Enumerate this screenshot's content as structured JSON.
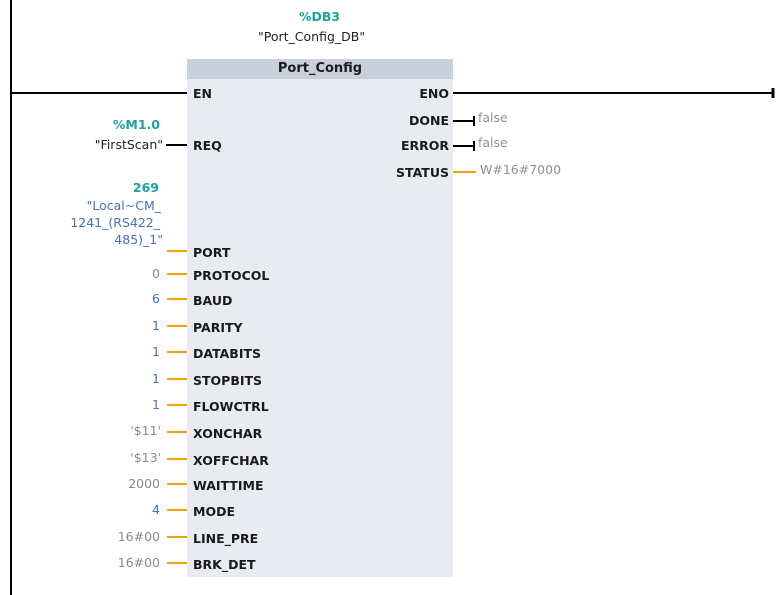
{
  "instance": {
    "address": "%DB3",
    "name": "\"Port_Config_DB\""
  },
  "block": {
    "title": "Port_Config"
  },
  "pins": {
    "en": "EN",
    "eno": "ENO",
    "req": "REQ",
    "done": "DONE",
    "error": "ERROR",
    "status": "STATUS",
    "port": "PORT",
    "protocol": "PROTOCOL",
    "baud": "BAUD",
    "parity": "PARITY",
    "databits": "DATABITS",
    "stopbits": "STOPBITS",
    "flowctrl": "FLOWCTRL",
    "xonchar": "XONCHAR",
    "xoffchar": "XOFFCHAR",
    "waittime": "WAITTIME",
    "mode": "MODE",
    "line_pre": "LINE_PRE",
    "brk_det": "BRK_DET"
  },
  "inputs": {
    "req_address": "%M1.0",
    "req_tag": "\"FirstScan\"",
    "port_address": "269",
    "port_tag_line1": "\"Local~CM_",
    "port_tag_line2": "1241_(RS422_",
    "port_tag_line3": "485)_1\"",
    "protocol": "0",
    "baud": "6",
    "parity": "1",
    "databits": "1",
    "stopbits": "1",
    "flowctrl": "1",
    "xonchar": "'$11'",
    "xoffchar": "'$13'",
    "waittime": "2000",
    "mode": "4",
    "line_pre": "16#00",
    "brk_det": "16#00"
  },
  "outputs": {
    "done": "false",
    "error": "false",
    "status": "W#16#7000"
  },
  "colors": {
    "wire": "#000000",
    "param_wire": "#f0a30a",
    "block_fill": "#e8ebf0",
    "title_fill": "#c8d0dc",
    "address": "#1aa3a8",
    "number": "#4a6fc2"
  }
}
